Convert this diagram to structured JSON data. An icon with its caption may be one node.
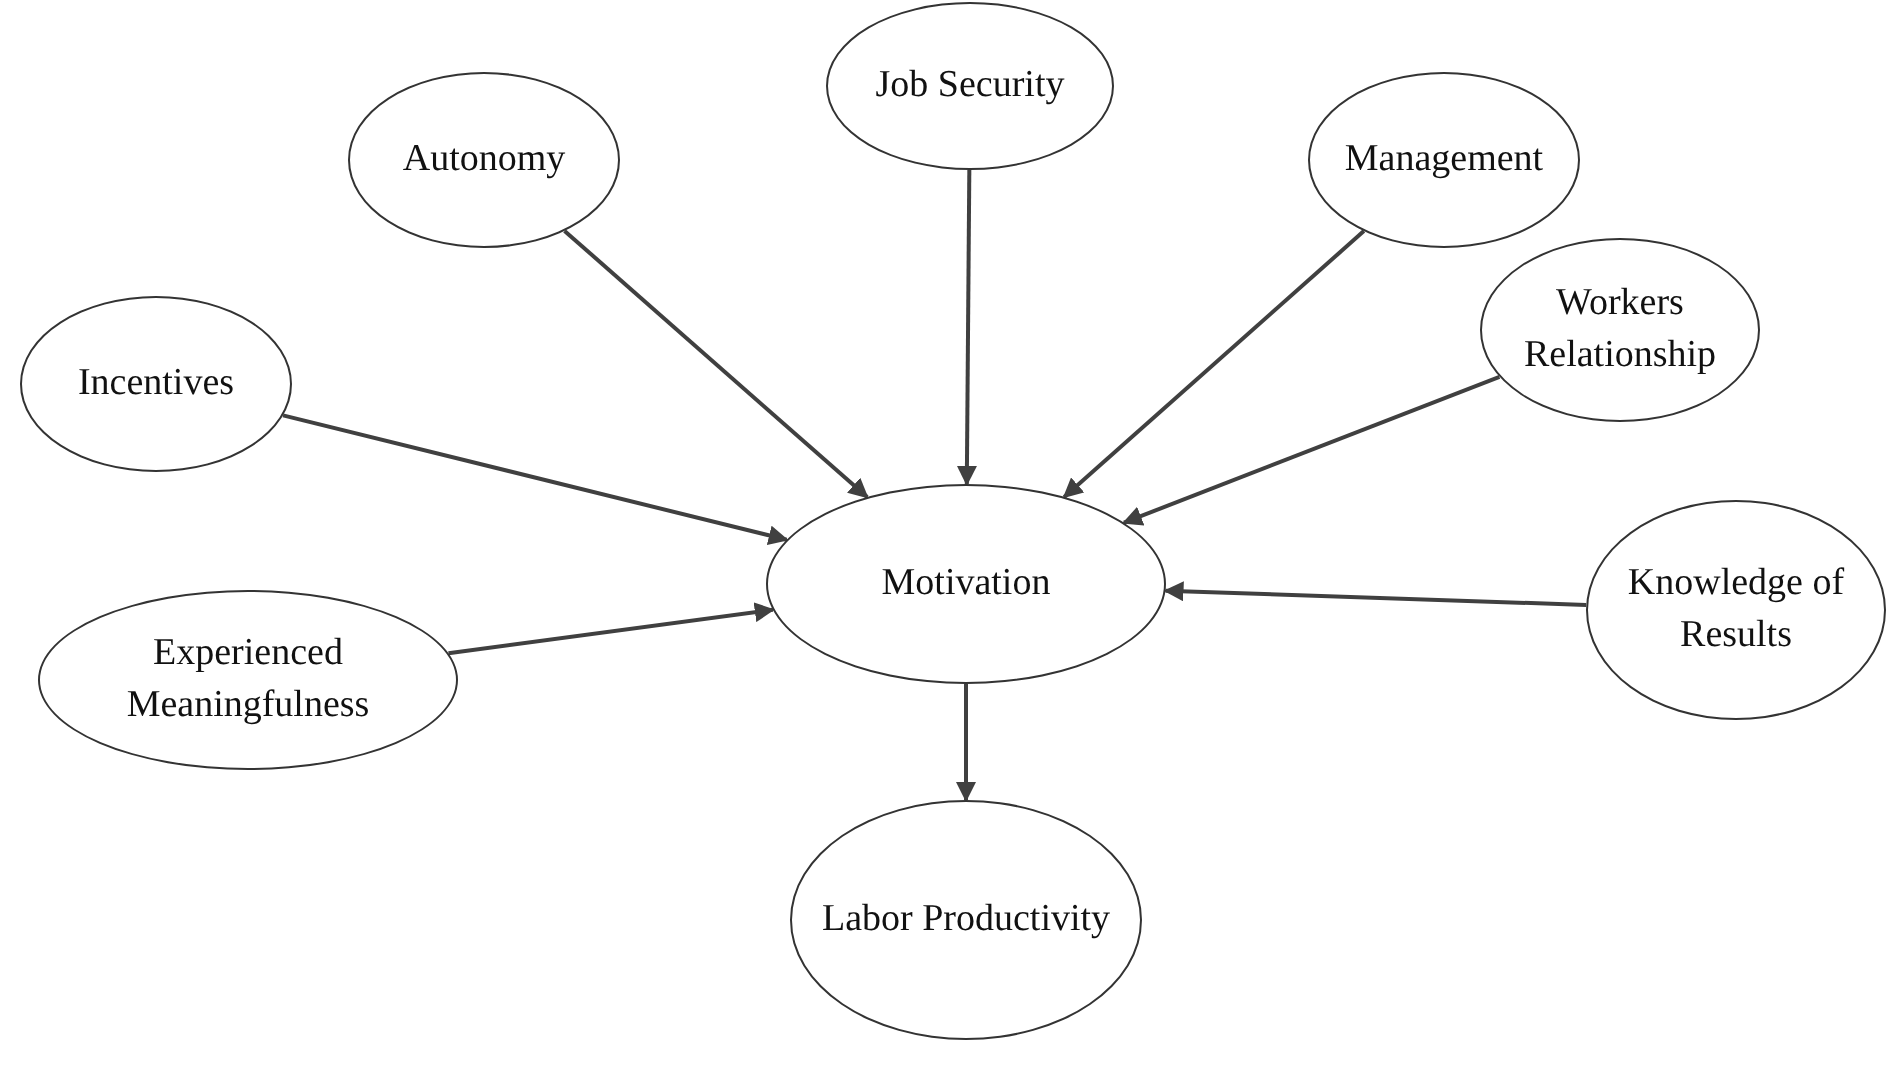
{
  "diagram": {
    "nodes": [
      {
        "text": [
          "Job Security"
        ]
      },
      {
        "text": [
          "Autonomy"
        ]
      },
      {
        "text": [
          "Management"
        ]
      },
      {
        "text": [
          "Incentives"
        ]
      },
      {
        "text": [
          "Workers Relationship"
        ]
      },
      {
        "text": [
          "Motivation"
        ]
      },
      {
        "text": [
          "Experienced Meaningfulness"
        ]
      },
      {
        "text": [
          "Knowledge of Results"
        ]
      },
      {
        "text": [
          "Labor Productivity"
        ]
      }
    ],
    "edges": [
      {
        "from": 0,
        "to": 5,
        "arrow": "to"
      },
      {
        "from": 1,
        "to": 5,
        "arrow": "to"
      },
      {
        "from": 2,
        "to": 5,
        "arrow": "to"
      },
      {
        "from": 3,
        "to": 5,
        "arrow": "to"
      },
      {
        "from": 4,
        "to": 5,
        "arrow": "to"
      },
      {
        "from": 6,
        "to": 5,
        "arrow": "to"
      },
      {
        "from": 7,
        "to": 5,
        "arrow": "to"
      },
      {
        "from": 5,
        "to": 8,
        "arrow": "to"
      }
    ]
  }
}
